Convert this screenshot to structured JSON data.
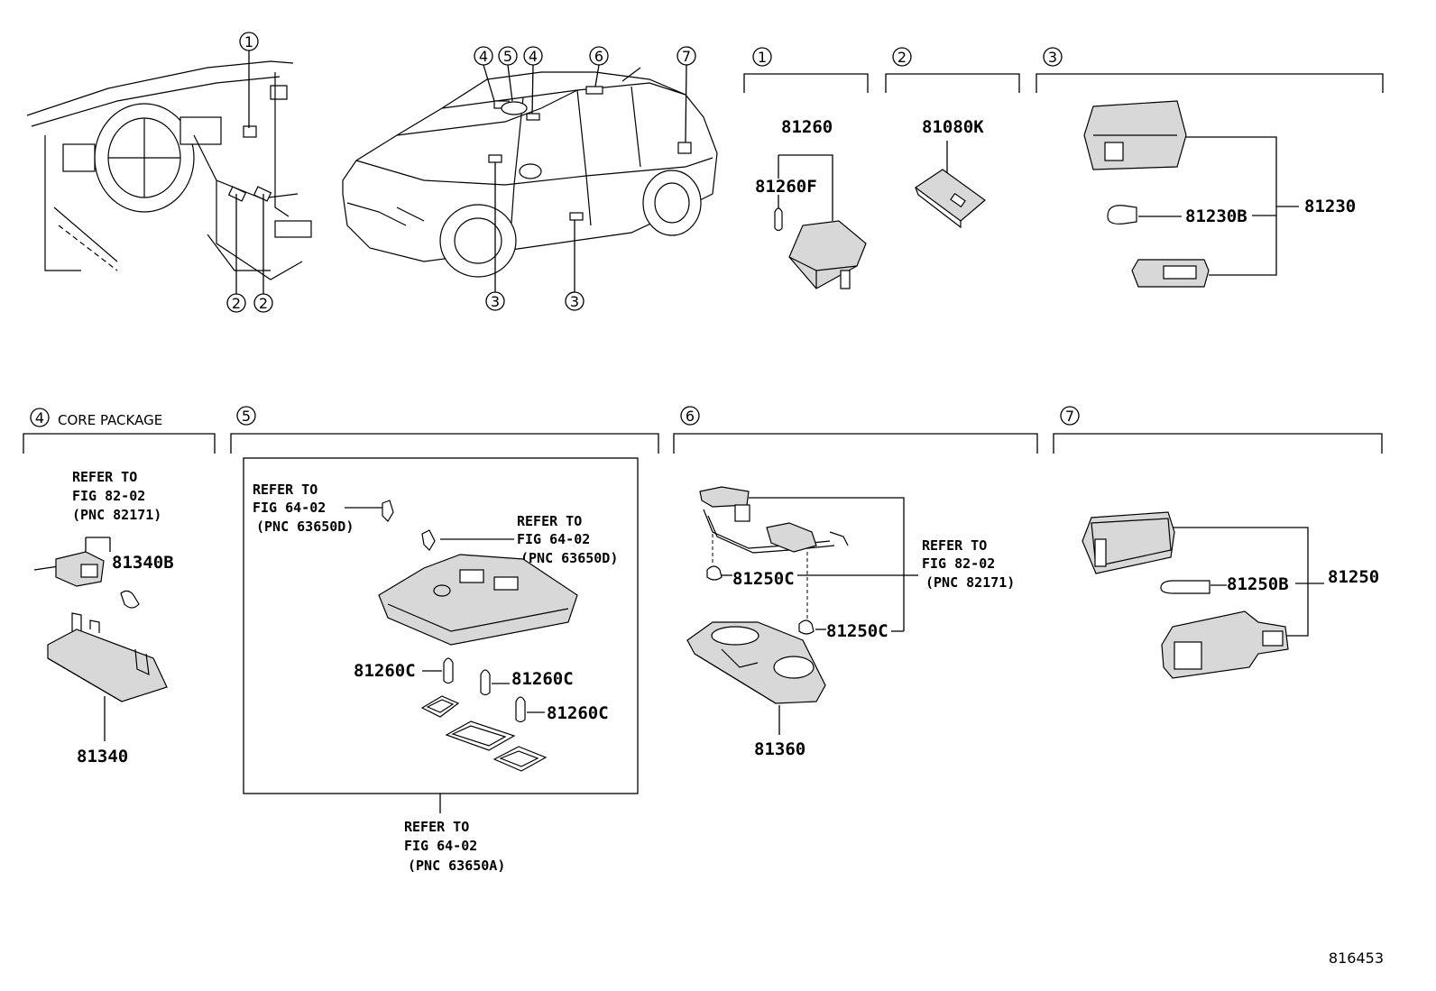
{
  "diagram_id": "816453",
  "section_numbers": {
    "s1": "1",
    "s2": "2",
    "s3": "3",
    "s4": "4",
    "s5": "5",
    "s6": "6",
    "s7": "7"
  },
  "section4_title": "CORE PACKAGE",
  "parts": {
    "p81260": "81260",
    "p81260F": "81260F",
    "p81080K": "81080K",
    "p81230": "81230",
    "p81230B": "81230B",
    "p81340B": "81340B",
    "p81340": "81340",
    "p81260C_a": "81260C",
    "p81260C_b": "81260C",
    "p81260C_c": "81260C",
    "p81250C_a": "81250C",
    "p81250C_b": "81250C",
    "p81360": "81360",
    "p81250": "81250",
    "p81250B": "81250B"
  },
  "refs": {
    "r4": {
      "l1": "REFER TO",
      "l2": "FIG 82-02",
      "l3": "(PNC 82171)"
    },
    "r5a": {
      "l1": "REFER TO",
      "l2": "FIG 64-02",
      "l3": "(PNC 63650D)"
    },
    "r5b": {
      "l1": "REFER TO",
      "l2": "FIG 64-02",
      "l3": "(PNC 63650D)"
    },
    "r5c": {
      "l1": "REFER TO",
      "l2": "FIG 64-02",
      "l3": "(PNC 63650A)"
    },
    "r6": {
      "l1": "REFER TO",
      "l2": "FIG 82-02",
      "l3": "(PNC 82171)"
    }
  }
}
